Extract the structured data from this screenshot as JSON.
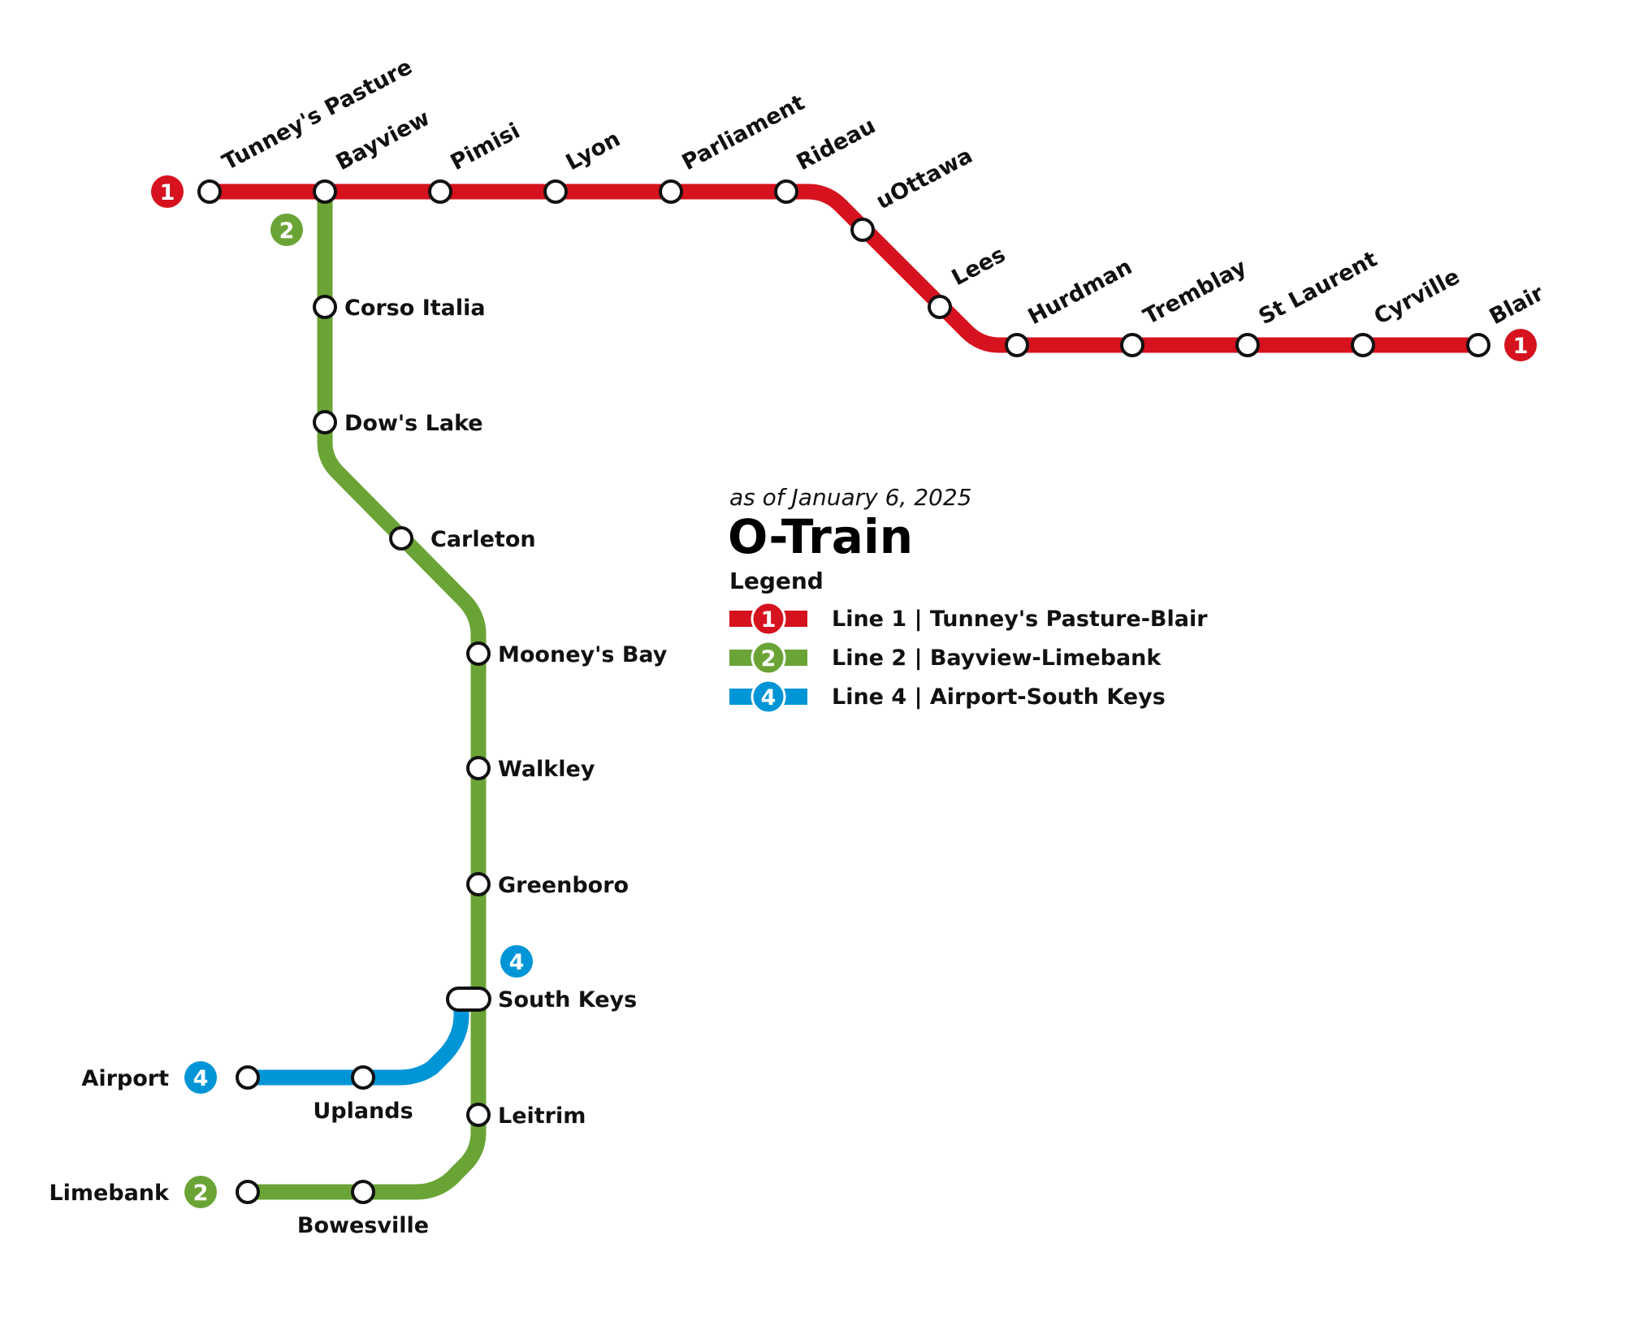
{
  "map": {
    "subtitle": "as of January 6, 2025",
    "title": "O-Train",
    "legend_heading": "Legend"
  },
  "colors": {
    "line1": "#d5121e",
    "line2": "#6aa436",
    "line4": "#0095d6",
    "station_fill": "#ffffff",
    "station_stroke": "#111111"
  },
  "lines": [
    {
      "number": "1",
      "legend_label": "Line 1 | Tunney's Pasture-Blair",
      "color_key": "line1"
    },
    {
      "number": "2",
      "legend_label": "Line 2 | Bayview-Limebank",
      "color_key": "line2"
    },
    {
      "number": "4",
      "legend_label": "Line 4 | Airport-South Keys",
      "color_key": "line4"
    }
  ],
  "stations": {
    "line1": [
      "Tunney's Pasture",
      "Bayview",
      "Pimisi",
      "Lyon",
      "Parliament",
      "Rideau",
      "uOttawa",
      "Lees",
      "Hurdman",
      "Tremblay",
      "St Laurent",
      "Cyrville",
      "Blair"
    ],
    "line2": [
      "Corso Italia",
      "Dow's Lake",
      "Carleton",
      "Mooney's Bay",
      "Walkley",
      "Greenboro",
      "South Keys",
      "Leitrim",
      "Bowesville",
      "Limebank"
    ],
    "line4": [
      "Uplands",
      "Airport"
    ]
  },
  "badges": [
    "1",
    "1",
    "2",
    "2",
    "4",
    "4"
  ]
}
